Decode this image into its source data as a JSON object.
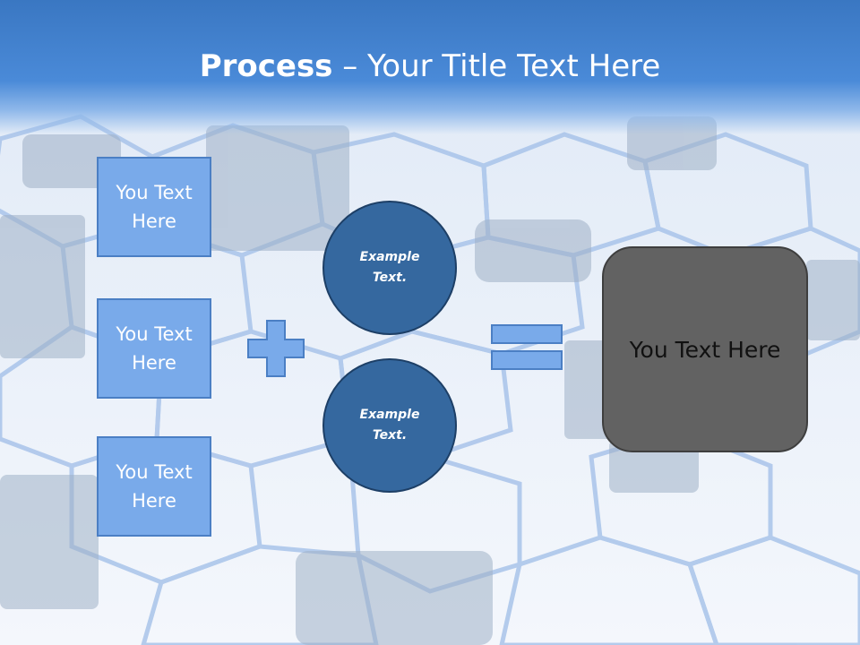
{
  "title": {
    "bold": "Process",
    "rest": " – Your Title Text Here"
  },
  "left_boxes": [
    {
      "label": "You Text Here"
    },
    {
      "label": "You Text Here"
    },
    {
      "label": "You Text Here"
    }
  ],
  "circles": [
    {
      "label": "Example Text."
    },
    {
      "label": "Example Text."
    }
  ],
  "result": {
    "label": "You Text Here"
  },
  "colors": {
    "header": "#3a77c2",
    "box": "#79aaea",
    "circle": "#35689f",
    "result": "#626262"
  }
}
